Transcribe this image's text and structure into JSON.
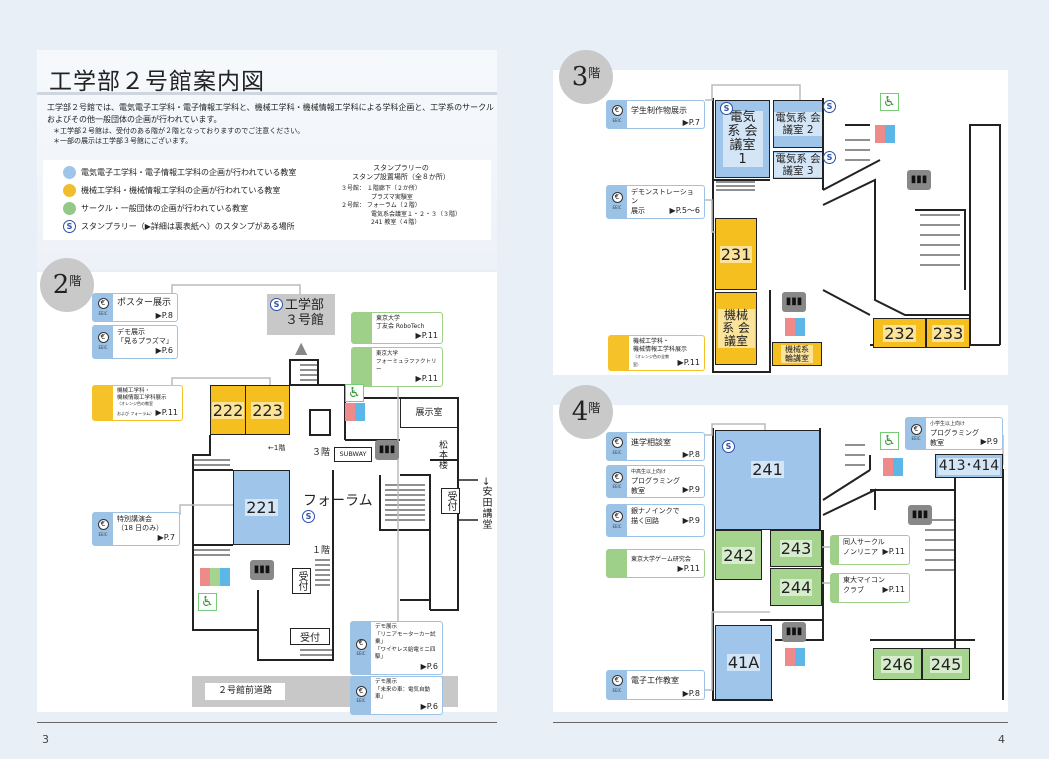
{
  "header": {
    "title": "工学部２号館案内図",
    "intro": "工学部２号館では、電気電子工学科・電子情報工学科と、機械工学科・機械情報工学科による学科企画と、工学系のサークルおよびその他一般団体の企画が行われています。",
    "notes": [
      "＊工学部２号館は、受付のある階が２階となっておりますのでご注意ください。",
      "＊一部の展示は工学部３号館にございます。"
    ],
    "legend": [
      {
        "label": "電気電子工学科・電子情報工学科の企画が行われている教室",
        "color": "#9fc6ea"
      },
      {
        "label": "機械工学科・機械情報工学科の企画が行われている教室",
        "color": "#f5c01f"
      },
      {
        "label": "サークル・一般団体の企画が行われている教室",
        "color": "#a6d48e"
      },
      {
        "label": "スタンプラリー（▶詳細は裏表紙へ）のスタンプがある場所",
        "icon": "stamp-icon",
        "glyph": "S"
      }
    ],
    "stamp_title": [
      "スタンプラリーの",
      "スタンプ設置場所（全８か所）"
    ],
    "stamp_list": [
      "３号館： １階廊下（２か所）",
      "プラズマ実験室",
      "２号館： フォーラム（２階）",
      "電気系会議室１・２・３（３階）",
      "241 教室（４階）"
    ]
  },
  "eeic": "EEIC",
  "floors": {
    "f2": {
      "badge": "2",
      "kai": "階",
      "callouts": [
        {
          "lines": [
            "ポスター展示"
          ],
          "page": "▶P.8"
        },
        {
          "lines": [
            "デモ展示",
            "「見るプラズマ」"
          ],
          "page": "▶P.6"
        },
        {
          "lines": [
            "機械工学科・",
            "機械情報工学科展示",
            "（オレンジ色の教室",
            "および フォーラム）"
          ],
          "page": "▶P.11"
        },
        {
          "lines": [
            "特別講演会",
            "（18 日のみ）"
          ],
          "page": "▶P.7"
        },
        {
          "lines": [
            "東京大学",
            "丁友会 RoboTech"
          ],
          "page": "▶P.11"
        },
        {
          "lines": [
            "東京大学",
            "フォーミュラファクトリー"
          ],
          "page": "▶P.11"
        },
        {
          "lines": [
            "デモ展示",
            "「リニアモーターカー試乗」",
            "「ワイヤレス給電ミニ四駆」"
          ],
          "page": "▶P.6"
        },
        {
          "lines": [
            "デモ展示",
            "「未来の車：電気自動車」"
          ],
          "page": "▶P.6"
        }
      ],
      "bldg3": [
        "工学部",
        "３号館"
      ],
      "rooms": [
        "222",
        "223",
        "221"
      ],
      "labels": {
        "tenji": "展示室",
        "forum": "フォーラム",
        "matsumoto": "松本楼",
        "uketsuke": "受付",
        "yasuda": "→安田講堂",
        "kai3": "３階",
        "kai1": "１階",
        "kai1b": "←1階",
        "subway": "SUBWAY",
        "road": "２号館前道路"
      }
    },
    "f3": {
      "badge": "3",
      "kai": "階",
      "callouts": [
        {
          "lines": [
            "学生制作物展示"
          ],
          "page": "▶P.7"
        },
        {
          "lines": [
            "デモンストレーション",
            "展示"
          ],
          "page": "▶P.5〜6"
        },
        {
          "lines": [
            "機械工学科・",
            "機械情報工学科展示",
            "（オレンジ色の全教室）"
          ],
          "page": "▶P.11"
        }
      ],
      "rooms": {
        "r1": "電気系 会議室 1",
        "r2": "電気系 会議室 2",
        "r3": "電気系 会議室 3",
        "r231": "231",
        "kaigi": "機械系 会議室",
        "rinko": "機械系 輪講室",
        "r232": "232",
        "r233": "233"
      }
    },
    "f4": {
      "badge": "4",
      "kai": "階",
      "callouts": [
        {
          "lines": [
            "進学相談室"
          ],
          "page": "▶P.8"
        },
        {
          "lines": [
            "中高生以上向け",
            "プログラミング",
            "教室"
          ],
          "page": "▶P.9"
        },
        {
          "lines": [
            "銀ナノインクで",
            "描く回路"
          ],
          "page": "▶P.9"
        },
        {
          "lines": [
            "東京大学ゲーム研究会"
          ],
          "page": "▶P.11"
        },
        {
          "lines": [
            "電子工作教室"
          ],
          "page": "▶P.8"
        },
        {
          "lines": [
            "同人サークル",
            "ノンリニア"
          ],
          "page": "▶P.11"
        },
        {
          "lines": [
            "東大マイコン",
            "クラブ"
          ],
          "page": "▶P.11"
        },
        {
          "lines": [
            "小学生以上向け",
            "プログラミング",
            "教室"
          ],
          "page": "▶P.9"
        }
      ],
      "rooms": {
        "r241": "241",
        "r242": "242",
        "r243": "243",
        "r244": "244",
        "r41a": "41A",
        "r413": "413･414",
        "r246": "246",
        "r245": "245"
      }
    }
  },
  "page_numbers": {
    "left": "3",
    "right": "4"
  }
}
